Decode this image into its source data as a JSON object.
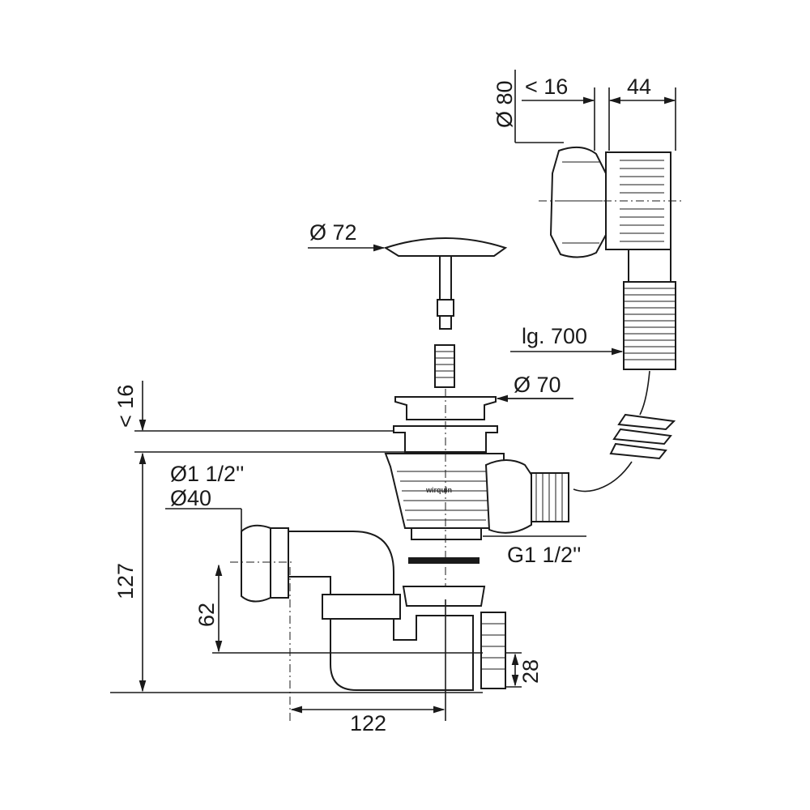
{
  "drawing": {
    "brand_mark": "wirquin",
    "dimensions": {
      "overflow_diameter": "Ø 80",
      "overflow_thickness": "< 16",
      "overflow_depth": "44",
      "plug_diameter": "Ø 72",
      "hose_length": "lg. 700",
      "flange_diameter": "Ø 70",
      "flange_thickness": "< 16",
      "outlet_diameter_inch": "Ø1 1/2''",
      "outlet_diameter_mm": "Ø40",
      "thread": "G1 1/2''",
      "total_height": "127",
      "outlet_height": "62",
      "inlet_height": "28",
      "horizontal_offset": "122"
    }
  }
}
